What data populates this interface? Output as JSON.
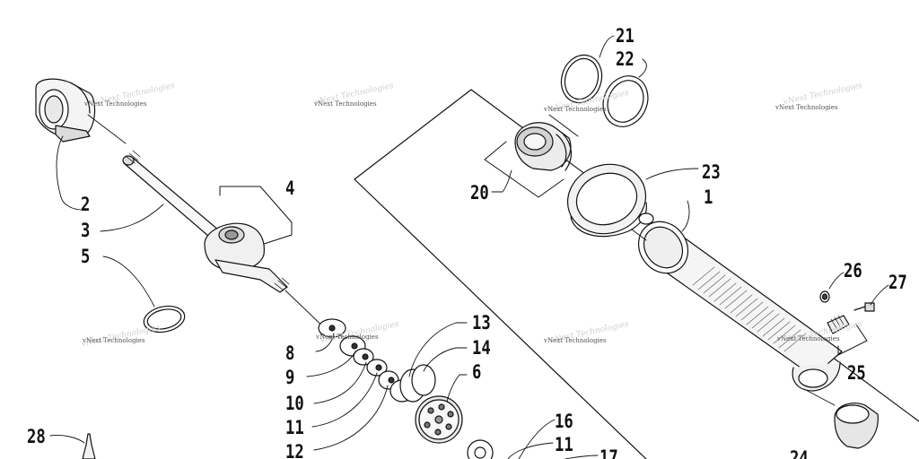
{
  "callouts": [
    {
      "id": "c21",
      "text": "21"
    },
    {
      "id": "c22",
      "text": "22"
    },
    {
      "id": "c4",
      "text": "4"
    },
    {
      "id": "c2",
      "text": "2"
    },
    {
      "id": "c3",
      "text": "3"
    },
    {
      "id": "c5",
      "text": "5"
    },
    {
      "id": "c20",
      "text": "20"
    },
    {
      "id": "c23",
      "text": "23"
    },
    {
      "id": "c1",
      "text": "1"
    },
    {
      "id": "c26",
      "text": "26"
    },
    {
      "id": "c27",
      "text": "27"
    },
    {
      "id": "c25",
      "text": "25"
    },
    {
      "id": "c8",
      "text": "8"
    },
    {
      "id": "c9",
      "text": "9"
    },
    {
      "id": "c10",
      "text": "10"
    },
    {
      "id": "c11a",
      "text": "11"
    },
    {
      "id": "c12",
      "text": "12"
    },
    {
      "id": "c13",
      "text": "13"
    },
    {
      "id": "c14",
      "text": "14"
    },
    {
      "id": "c6",
      "text": "6"
    },
    {
      "id": "c16",
      "text": "16"
    },
    {
      "id": "c11b",
      "text": "11"
    },
    {
      "id": "c17",
      "text": "17"
    },
    {
      "id": "c24",
      "text": "24"
    },
    {
      "id": "c28",
      "text": "28"
    }
  ],
  "watermark": {
    "text": "vNext Technologies"
  }
}
